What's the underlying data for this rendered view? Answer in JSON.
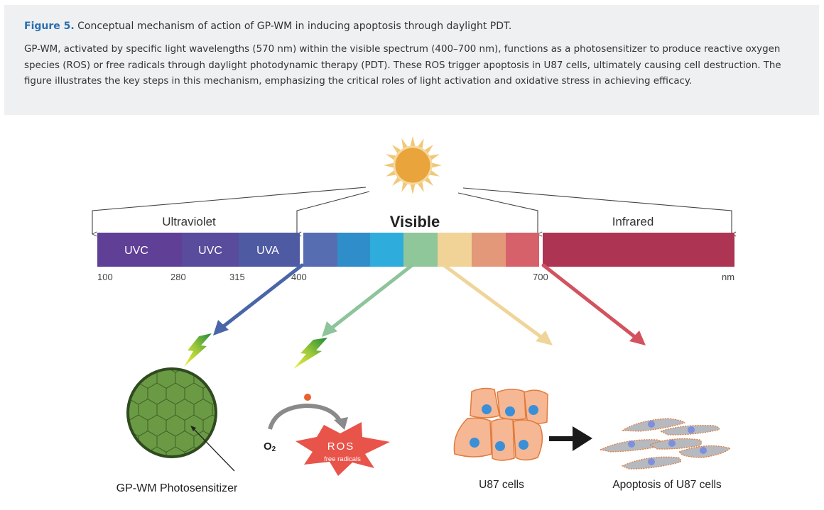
{
  "caption": {
    "figure_label": "Figure 5.",
    "title": "Conceptual mechanism of action of GP-WM in inducing apoptosis through daylight PDT.",
    "text": "GP-WM, activated by specific light wavelengths (570 nm) within the visible spectrum (400–700 nm), functions as a photosensitizer to produce reactive oxygen species (ROS) or free radicals through daylight photodynamic therapy (PDT). These ROS trigger apoptosis in U87 cells, ultimately causing cell destruction. The figure illustrates the key steps in this mechanism, emphasizing the critical roles of light activation and oxidative stress in achieving efficacy."
  },
  "diagram": {
    "regions": {
      "ultraviolet": "Ultraviolet",
      "visible": "Visible",
      "infrared": "Infrared"
    },
    "uv_bands": [
      "UVC",
      "UVC",
      "UVA"
    ],
    "ticks": [
      "100",
      "280",
      "315",
      "400",
      "700",
      "nm"
    ],
    "photosensitizer_label": "GP-WM Photosensitizer",
    "oxygen_label": "O",
    "oxygen_sub": "2",
    "ros_label": "ROS",
    "ros_sub": "free radicals",
    "cells_label": "U87 cells",
    "apoptosis_label": "Apoptosis of U87 cells"
  },
  "colors": {
    "caption_bg": "#eef0f1",
    "figure_label": "#2a6fae",
    "uv": "#5d4596",
    "infrared": "#ad3553",
    "sun": "#e9a43c",
    "ros": "#e8534a",
    "green_circle": "#6a9a43"
  }
}
